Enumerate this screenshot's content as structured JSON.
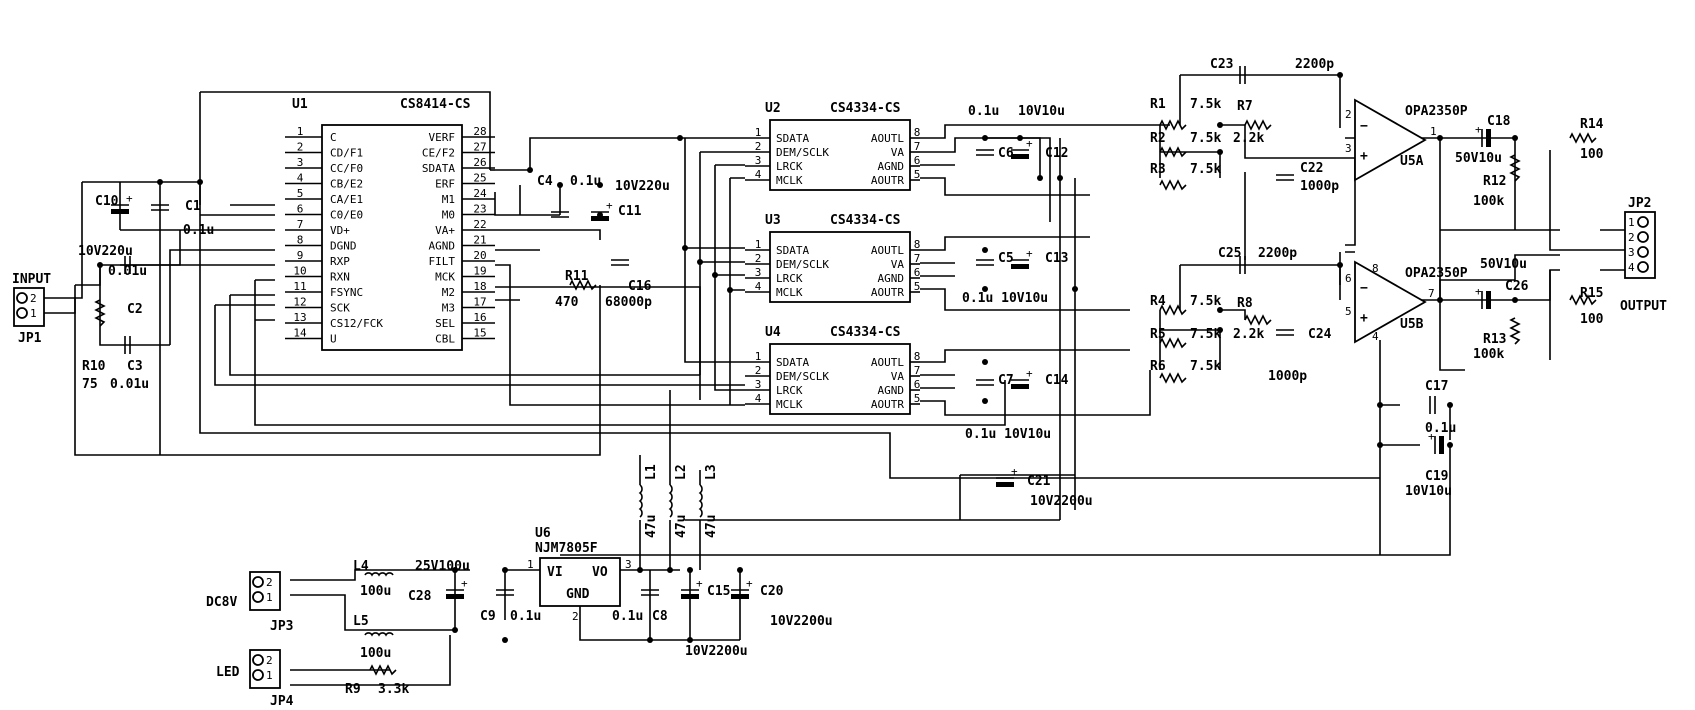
{
  "u1": {
    "ref": "U1",
    "part": "CS8414-CS",
    "left": [
      {
        "n": "1",
        "s": "C"
      },
      {
        "n": "2",
        "s": "CD/F1"
      },
      {
        "n": "3",
        "s": "CC/F0"
      },
      {
        "n": "4",
        "s": "CB/E2"
      },
      {
        "n": "5",
        "s": "CA/E1"
      },
      {
        "n": "6",
        "s": "C0/E0"
      },
      {
        "n": "7",
        "s": "VD+"
      },
      {
        "n": "8",
        "s": "DGND"
      },
      {
        "n": "9",
        "s": "RXP"
      },
      {
        "n": "10",
        "s": "RXN"
      },
      {
        "n": "11",
        "s": "FSYNC"
      },
      {
        "n": "12",
        "s": "SCK"
      },
      {
        "n": "13",
        "s": "CS12/FCK"
      },
      {
        "n": "14",
        "s": "U"
      }
    ],
    "right": [
      {
        "n": "28",
        "s": "VERF"
      },
      {
        "n": "27",
        "s": "CE/F2"
      },
      {
        "n": "26",
        "s": "SDATA"
      },
      {
        "n": "25",
        "s": "ERF"
      },
      {
        "n": "24",
        "s": "M1"
      },
      {
        "n": "23",
        "s": "M0"
      },
      {
        "n": "22",
        "s": "VA+"
      },
      {
        "n": "21",
        "s": "AGND"
      },
      {
        "n": "20",
        "s": "FILT"
      },
      {
        "n": "19",
        "s": "MCK"
      },
      {
        "n": "18",
        "s": "M2"
      },
      {
        "n": "17",
        "s": "M3"
      },
      {
        "n": "16",
        "s": "SEL"
      },
      {
        "n": "15",
        "s": "CBL"
      }
    ]
  },
  "dac_left": [
    {
      "n": "1",
      "s": "SDATA"
    },
    {
      "n": "2",
      "s": "DEM/SCLK"
    },
    {
      "n": "3",
      "s": "LRCK"
    },
    {
      "n": "4",
      "s": "MCLK"
    }
  ],
  "dac_right": [
    {
      "n": "8",
      "s": "AOUTL"
    },
    {
      "n": "7",
      "s": "VA"
    },
    {
      "n": "6",
      "s": "AGND"
    },
    {
      "n": "5",
      "s": "AOUTR"
    }
  ],
  "u2": {
    "ref": "U2",
    "part": "CS4334-CS"
  },
  "u3": {
    "ref": "U3",
    "part": "CS4334-CS"
  },
  "u4": {
    "ref": "U4",
    "part": "CS4334-CS"
  },
  "u5a": {
    "ref": "U5A",
    "part": "OPA2350P",
    "pins": [
      "2",
      "3",
      "1"
    ]
  },
  "u5b": {
    "ref": "U5B",
    "part": "OPA2350P",
    "pins": [
      "6",
      "5",
      "7",
      "8",
      "4"
    ]
  },
  "u6": {
    "ref": "U6",
    "part": "NJM7805F",
    "vi": "VI",
    "vo": "VO",
    "gnd": "GND",
    "p1": "1",
    "p2": "2",
    "p3": "3"
  },
  "connectors": {
    "jp1": {
      "ref": "JP1",
      "name": "INPUT",
      "pins": [
        "2",
        "1"
      ]
    },
    "jp2": {
      "ref": "JP2",
      "name": "OUTPUT",
      "pins": [
        "1",
        "2",
        "3",
        "4"
      ]
    },
    "jp3": {
      "ref": "JP3",
      "name": "DC8V",
      "pins": [
        "2",
        "1"
      ]
    },
    "jp4": {
      "ref": "JP4",
      "name": "LED",
      "pins": [
        "2",
        "1"
      ]
    }
  },
  "labels": {
    "c1": "C1",
    "c1v": "0.1u",
    "c2": "C2",
    "c2v": "0.01u",
    "c3": "C3",
    "c3v": "0.01u",
    "c10": "C10",
    "c10v": "10V220u",
    "r10": "R10",
    "r10v": "75",
    "c4": "C4",
    "c4v": "0.1u",
    "c11": "C11",
    "c11v": "10V220u",
    "r11": "R11",
    "r11v": "470",
    "c16": "C16",
    "c16v": "68000p",
    "c6": "C6",
    "c12": "C12",
    "c612v1": "0.1u",
    "c612v2": "10V10u",
    "c5": "C5",
    "c13": "C13",
    "c513v": "0.1u 10V10u",
    "c7": "C7",
    "c14": "C14",
    "c714v": "0.1u 10V10u",
    "c21": "C21",
    "c21v": "10V2200u",
    "r1": "R1",
    "r2": "R2",
    "r3": "R3",
    "r4": "R4",
    "r5": "R5",
    "r6": "R6",
    "rv": "7.5k",
    "r7": "R7",
    "r7v": "2.2k",
    "r8": "R8",
    "r8v": "2.2k",
    "c23": "C23",
    "c23v": "2200p",
    "c25": "C25",
    "c25v": "2200p",
    "c22": "C22",
    "c22v": "1000p",
    "c24": "C24",
    "c24v": "1000p",
    "c18": "C18",
    "c18v": "50V10u",
    "c26": "C26",
    "c26v": "50V10u",
    "r12": "R12",
    "r12v": "100k",
    "r13": "R13",
    "r13v": "100k",
    "r14": "R14",
    "r14v": "100",
    "r15": "R15",
    "r15v": "100",
    "c17": "C17",
    "c17v": "0.1u",
    "c19": "C19",
    "c19v": "10V10u",
    "l1": "L1",
    "l2": "L2",
    "l3": "L3",
    "lv": "47u",
    "l4": "L4",
    "l4v": "100u",
    "l5": "L5",
    "l5v": "100u",
    "c28": "C28",
    "c28v": "25V100u",
    "c9": "C9",
    "c9v": "0.1u",
    "c8": "C8",
    "c8v": "0.1u",
    "c15": "C15",
    "c15v": "10V2200u",
    "c20": "C20",
    "c20v": "10V2200u",
    "r9": "R9",
    "r9v": "3.3k"
  }
}
